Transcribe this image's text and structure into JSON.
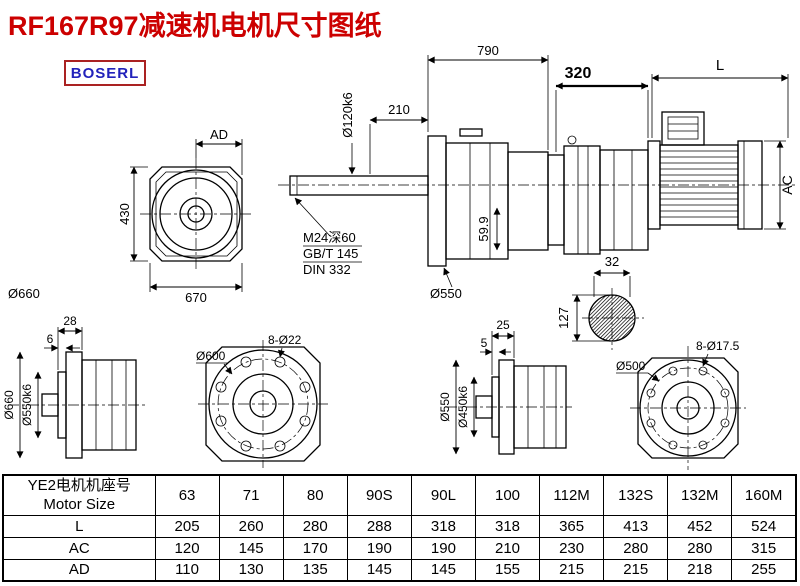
{
  "page": {
    "title": "RF167R97减速机电机尺寸图纸",
    "brand": "BOSERL"
  },
  "colors": {
    "title_red": "#cc0000",
    "brand_blue": "#2222bb",
    "brand_border": "#aa2222",
    "line_black": "#000000"
  },
  "drawing": {
    "front_view": {
      "ad": "AD",
      "height": "430",
      "width": "670",
      "outer_dia": "Ø660"
    },
    "side_view": {
      "total_length": "790",
      "shaft_length": "210",
      "shaft_dia": "Ø120k6",
      "tap": "M24深60",
      "std1": "GB/T 145",
      "std2": "DIN 332",
      "key_top": "59.9",
      "flange_dia": "Ø550"
    },
    "motor_view": {
      "adapter_length": "320",
      "motor_length": "L",
      "motor_dia": "AC"
    },
    "shaft_section": {
      "key_width": "32",
      "shaft_dia": "127"
    },
    "flange_a_side": {
      "thickness": "28",
      "spigot_depth": "6",
      "outer_dia": "Ø660",
      "spigot_dia": "Ø550k6"
    },
    "flange_a_front": {
      "bolt_circle": "Ø600",
      "holes": "8-Ø22"
    },
    "flange_b_side": {
      "thickness": "25",
      "spigot_depth": "5",
      "outer_dia": "Ø550",
      "spigot_dia": "Ø450k6"
    },
    "flange_b_front": {
      "bolt_circle": "Ø500",
      "holes": "8-Ø17.5"
    }
  },
  "table": {
    "header_cn": "YE2电机机座号",
    "header_en": "Motor Size",
    "sizes": [
      "63",
      "71",
      "80",
      "90S",
      "90L",
      "100",
      "112M",
      "132S",
      "132M",
      "160M"
    ],
    "rows": [
      {
        "label": "L",
        "values": [
          "205",
          "260",
          "280",
          "288",
          "318",
          "318",
          "365",
          "413",
          "452",
          "524"
        ]
      },
      {
        "label": "AC",
        "values": [
          "120",
          "145",
          "170",
          "190",
          "190",
          "210",
          "230",
          "280",
          "280",
          "315"
        ]
      },
      {
        "label": "AD",
        "values": [
          "110",
          "130",
          "135",
          "145",
          "145",
          "155",
          "215",
          "215",
          "218",
          "255"
        ]
      }
    ]
  }
}
